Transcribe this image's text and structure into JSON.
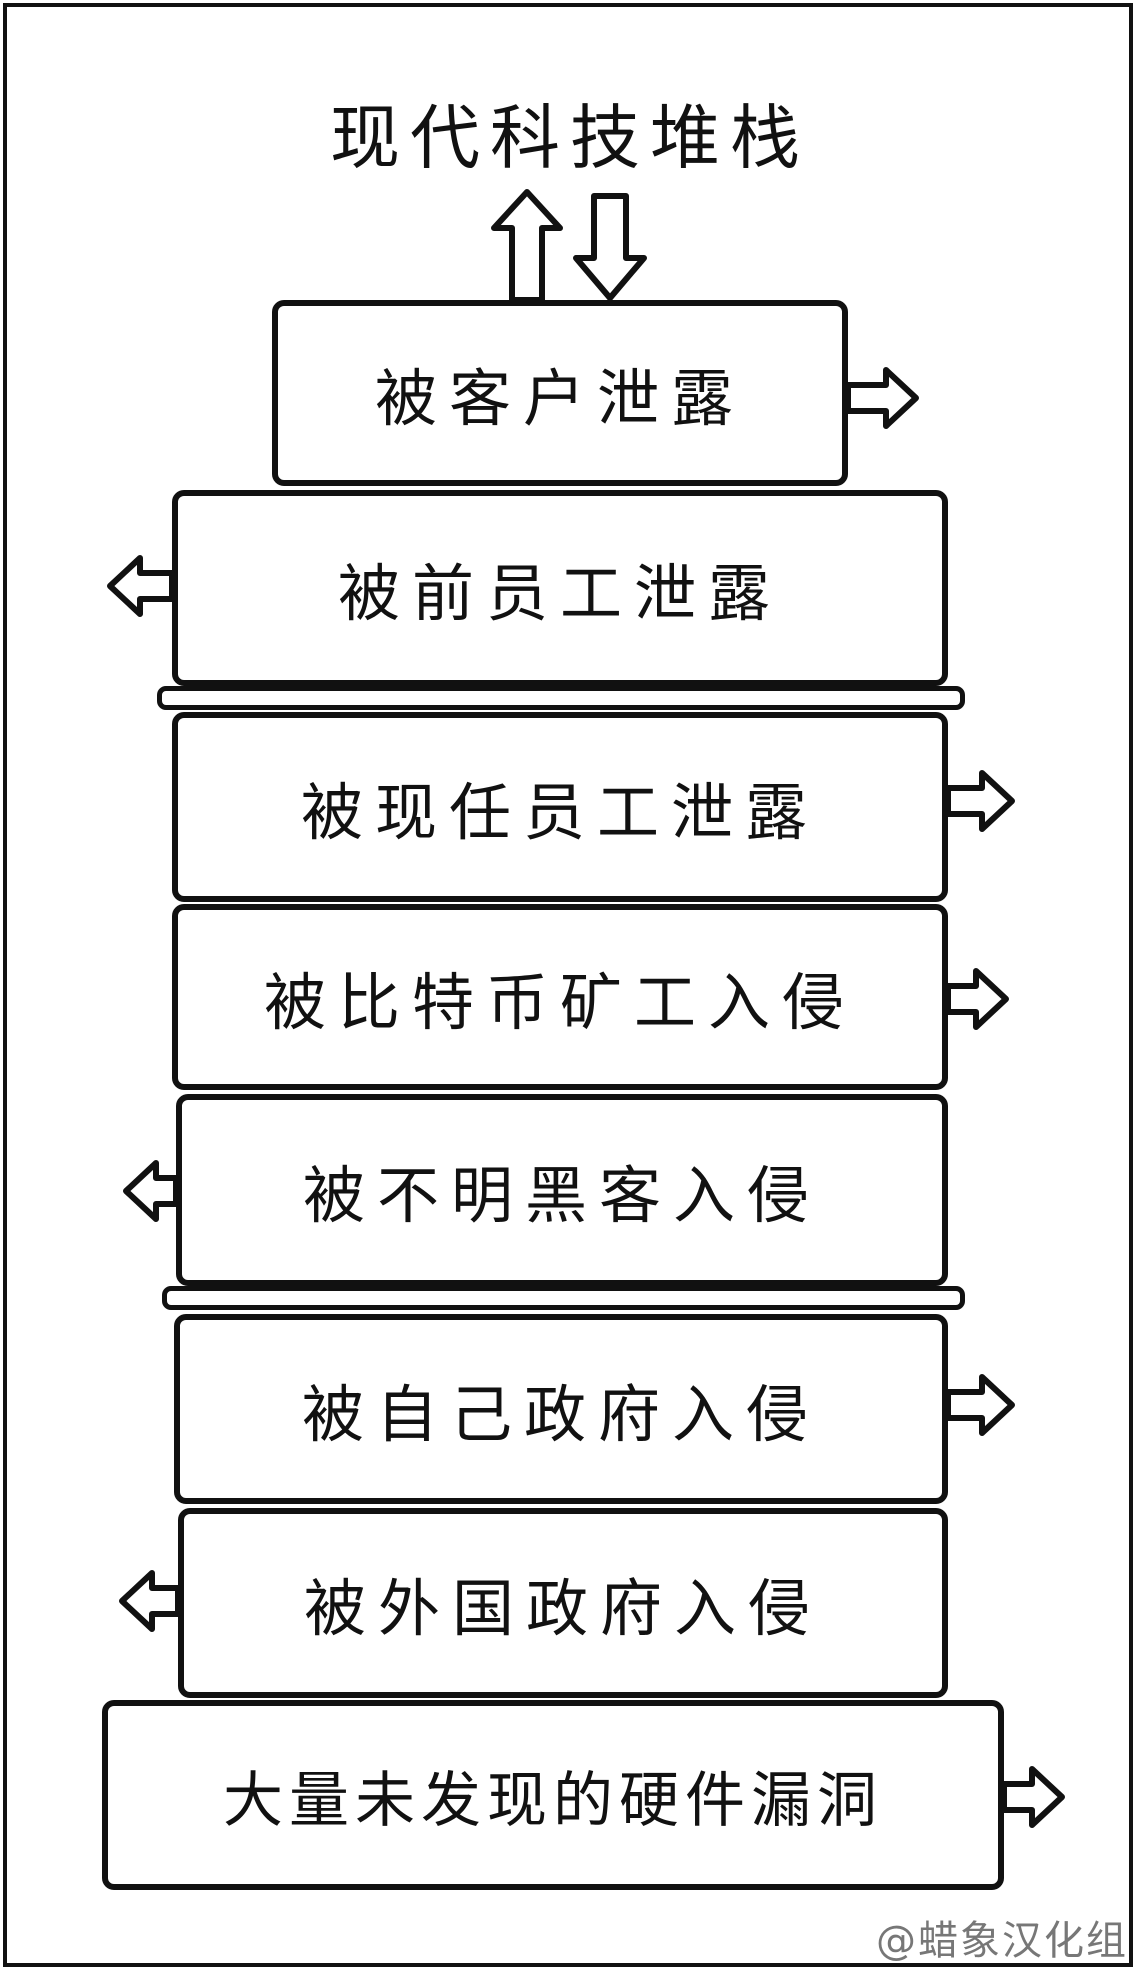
{
  "title": "现代科技堆栈",
  "layers": [
    {
      "label": "被客户泄露",
      "arrow": "right"
    },
    {
      "label": "被前员工泄露",
      "arrow": "left"
    },
    {
      "label": "被现任员工泄露",
      "arrow": "right"
    },
    {
      "label": "被比特币矿工入侵",
      "arrow": "right"
    },
    {
      "label": "被不明黑客入侵",
      "arrow": "left"
    },
    {
      "label": "被自己政府入侵",
      "arrow": "right"
    },
    {
      "label": "被外国政府入侵",
      "arrow": "left"
    },
    {
      "label": "大量未发现的硬件漏洞",
      "arrow": "right"
    }
  ],
  "credit": "@蜡象汉化组"
}
